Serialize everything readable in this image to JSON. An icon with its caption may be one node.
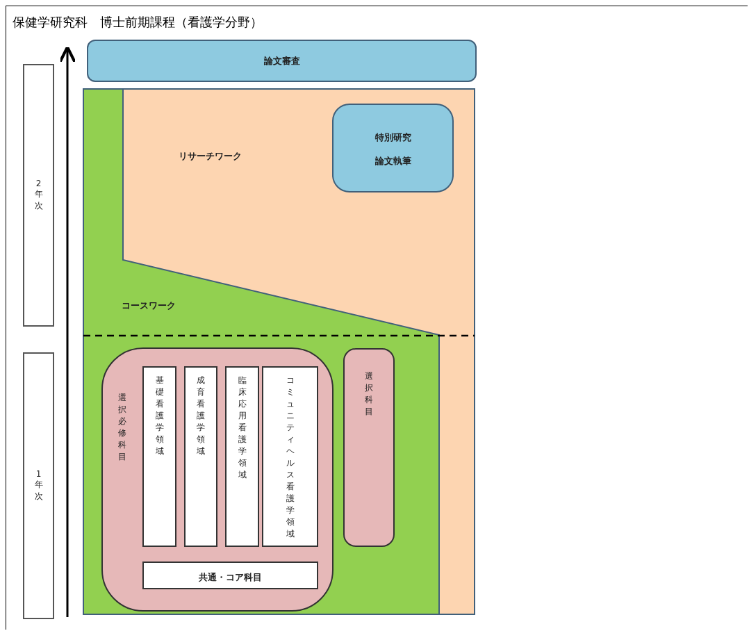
{
  "diagram": {
    "title": "保健学研究科　博士前期課程（看護学分野）",
    "nodes": [
      {
        "text": [
          "論文審査"
        ]
      },
      {
        "text": [
          "リサーチワーク"
        ]
      },
      {
        "text": [
          "特別研究",
          "論文執筆"
        ],
        "in": 1
      },
      {
        "text": [
          "コースワーク"
        ]
      },
      {
        "text": [
          "選択必修科目"
        ],
        "in": 3
      },
      {
        "text": [
          "基礎看護学領域"
        ],
        "in": 4
      },
      {
        "text": [
          "成育看護学領域"
        ],
        "in": 4
      },
      {
        "text": [
          "臨床応用看護学領域"
        ],
        "in": 4
      },
      {
        "text": [
          "コミュニティヘルス看護学領域"
        ],
        "in": 4
      },
      {
        "text": [
          "共通・コア科目"
        ],
        "in": 4
      },
      {
        "text": [
          "選択科目"
        ],
        "in": 3
      },
      {
        "text": [
          "2年次"
        ]
      },
      {
        "text": [
          "1年次"
        ]
      }
    ]
  }
}
